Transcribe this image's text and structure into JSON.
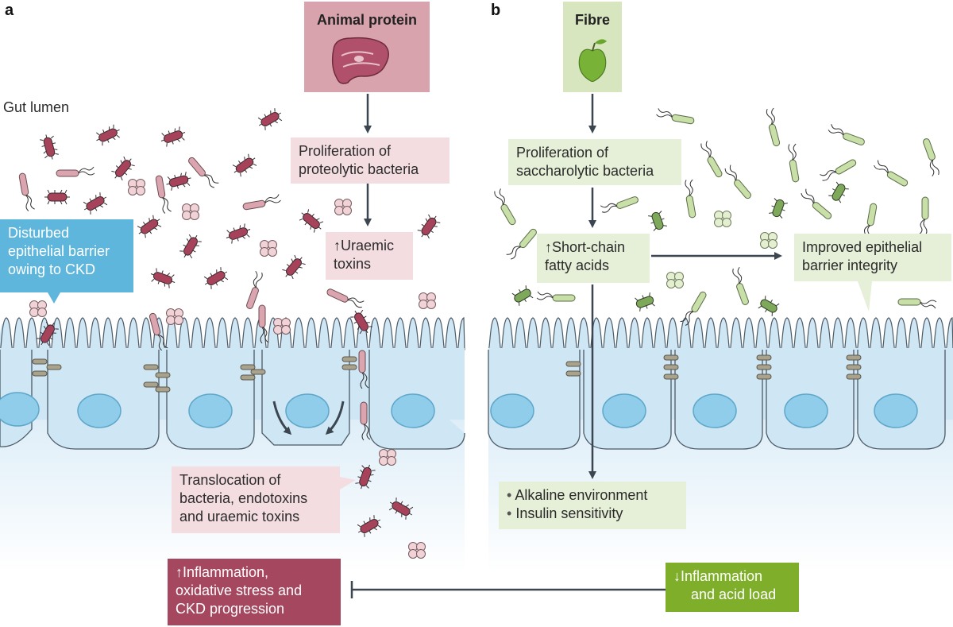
{
  "panel_a": {
    "letter": "a",
    "source_label": "Animal protein",
    "region_label": "Gut lumen",
    "step1_line1": "Proliferation of",
    "step1_line2": "proteolytic bacteria",
    "step2_line1": "↑Uraemic",
    "step2_line2": "toxins",
    "barrier_callout_line1": "Disturbed",
    "barrier_callout_line2": "epithelial barrier",
    "barrier_callout_line3": "owing to CKD",
    "translocation_line1": "Translocation of",
    "translocation_line2": "bacteria, endotoxins",
    "translocation_line3": "and uraemic toxins",
    "outcome_line1": "↑Inflammation,",
    "outcome_line2": "oxidative stress and",
    "outcome_line3": "CKD progression"
  },
  "panel_b": {
    "letter": "b",
    "source_label": "Fibre",
    "step1_line1": "Proliferation of",
    "step1_line2": "saccharolytic bacteria",
    "step2_line1": "↑Short-chain",
    "step2_line2": "fatty acids",
    "barrier_line1": "Improved epithelial",
    "barrier_line2": "barrier integrity",
    "effect1": "Alkaline environment",
    "effect2": "Insulin sensitivity",
    "outcome_line1": "↓Inflammation",
    "outcome_line2": "and acid load"
  },
  "colors": {
    "protein_pink": "#d9a3ad",
    "pink_box": "#f4dde1",
    "fibre_green": "#d7e6bf",
    "green_box": "#e6efd7",
    "cyan_callout": "#5fb6dd",
    "outcome_red": "#a5485f",
    "outcome_green": "#7fae2a",
    "cell_blue": "#cfe6f5",
    "nucleus_blue": "#8fcdea",
    "arrow_dark": "#3b4650"
  },
  "icons": [
    "steak-icon",
    "apple-icon",
    "rod-bacterium-icon",
    "coccus-cluster-icon",
    "tight-junction-icon"
  ]
}
